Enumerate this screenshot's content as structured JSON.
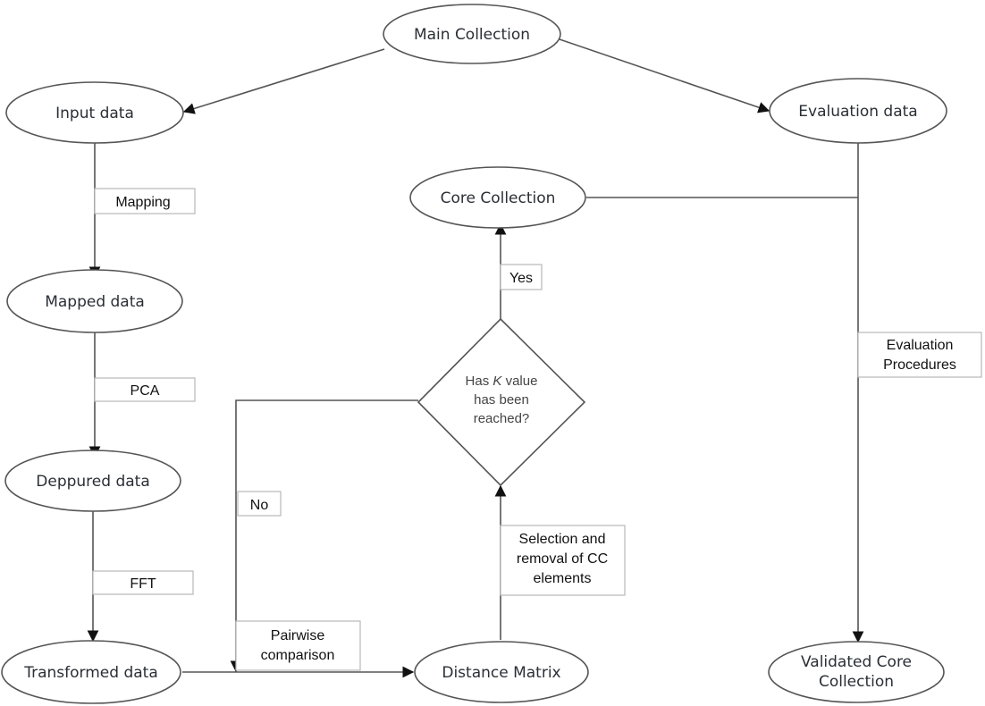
{
  "diagram": {
    "nodes": {
      "main_collection": "Main Collection",
      "input_data": "Input data",
      "evaluation_data": "Evaluation data",
      "core_collection": "Core Collection",
      "mapped_data": "Mapped data",
      "deppured_data": "Deppured data",
      "transformed_data": "Transformed data",
      "distance_matrix": "Distance Matrix",
      "validated_core_collection": [
        "Validated Core",
        "Collection"
      ]
    },
    "decision": {
      "line1_pre": "Has ",
      "line1_var": "K",
      "line1_post": " value",
      "line2": "has been",
      "line3": "reached?"
    },
    "edge_labels": {
      "mapping": "Mapping",
      "pca": "PCA",
      "fft": "FFT",
      "yes": "Yes",
      "no": "No",
      "pairwise": [
        "Pairwise",
        "comparison"
      ],
      "selection": [
        "Selection and",
        "removal of CC",
        "elements"
      ],
      "evaluation_procedures": [
        "Evaluation",
        "Procedures"
      ]
    }
  }
}
